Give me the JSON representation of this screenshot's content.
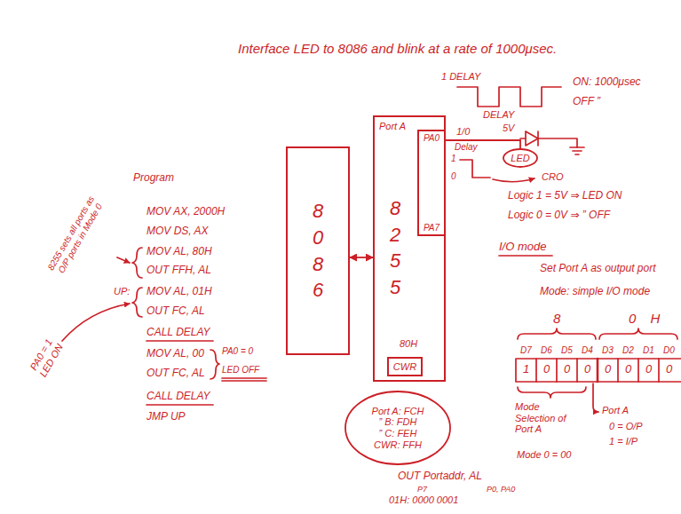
{
  "diagram": {
    "title": "Interface LED to 8086 and blink at a rate of 1000μsec.",
    "nodes": [
      {
        "text": [
          "8086"
        ]
      },
      {
        "text": [
          "Port A",
          "8255"
        ]
      },
      {
        "text": [
          "PA0",
          "PA7"
        ],
        "in": 1
      },
      {
        "text": [
          "CWR"
        ],
        "in": 1
      },
      {
        "text": [
          "LED"
        ]
      },
      {
        "text": [
          "Port A: FCH",
          "” B: FDH",
          "” C: FEH",
          "CWR: FFH"
        ]
      }
    ],
    "edges": [
      {
        "from": 0,
        "to": 1,
        "arrow": "both"
      },
      {
        "from": 2,
        "to": 4,
        "arrow": "none",
        "label": "1/0"
      }
    ],
    "labels": [
      "1 DELAY",
      "DELAY",
      "ON: 1000μsec",
      "OFF ”",
      "5V",
      "Delay",
      "1",
      "0",
      "CRO",
      "Logic 1 = 5V ⇒ LED ON",
      "Logic 0 = 0V ⇒ ” OFF",
      "I/O mode",
      "Set Port A as output port",
      "Mode: simple I/O mode",
      "8",
      "0",
      "H",
      "D7",
      "D6",
      "D5",
      "D4",
      "D3",
      "D2",
      "D1",
      "D0",
      "1",
      "0",
      "0",
      "0",
      "0",
      "0",
      "0",
      "0",
      "Mode Selection of Port A",
      "Mode 0 = 00",
      "Port A",
      "0 = O/P",
      "1 = I/P",
      "80H",
      "OUT Portaddr, AL",
      "P7",
      "P0, PA0",
      "01H: 0000 0001",
      "Program",
      "MOV AX, 2000H",
      "MOV DS, AX",
      "MOV AL, 80H",
      "OUT FFH, AL",
      "UP:",
      "MOV AL, 01H",
      "OUT FC, AL",
      "CALL DELAY",
      "MOV AL, 00",
      "PA0 = 0",
      "OUT FC, AL",
      "LED OFF",
      "CALL DELAY",
      "JMP UP",
      "8255 sets all ports as O/P ports in Mode 0",
      "PA0 = 1 LED ON"
    ]
  }
}
